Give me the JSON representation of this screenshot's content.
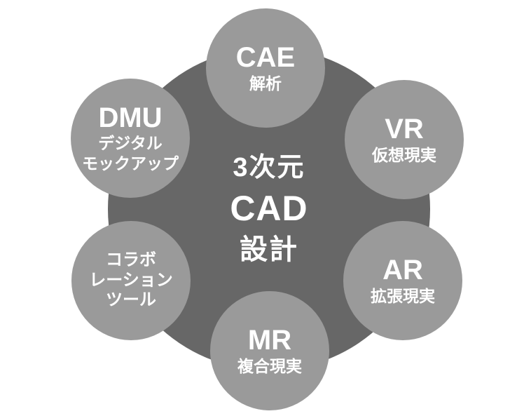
{
  "diagram": {
    "center": {
      "line1": "3次元",
      "line2": "CAD",
      "line3": "設計"
    },
    "satellites": [
      {
        "id": "cae",
        "title": "CAE",
        "subtitle_lines": [
          "解析"
        ]
      },
      {
        "id": "vr",
        "title": "VR",
        "subtitle_lines": [
          "仮想現実"
        ]
      },
      {
        "id": "ar",
        "title": "AR",
        "subtitle_lines": [
          "拡張現実"
        ]
      },
      {
        "id": "mr",
        "title": "MR",
        "subtitle_lines": [
          "複合現実"
        ]
      },
      {
        "id": "collab",
        "title": "",
        "subtitle_lines": [
          "コラボ",
          "レーション",
          "ツール"
        ]
      },
      {
        "id": "dmu",
        "title": "DMU",
        "subtitle_lines": [
          "デジタル",
          "モックアップ"
        ]
      }
    ],
    "colors": {
      "center_circle": "#676767",
      "satellite_circle": "#9a9a9a",
      "text": "#ffffff",
      "background": "#ffffff"
    }
  }
}
